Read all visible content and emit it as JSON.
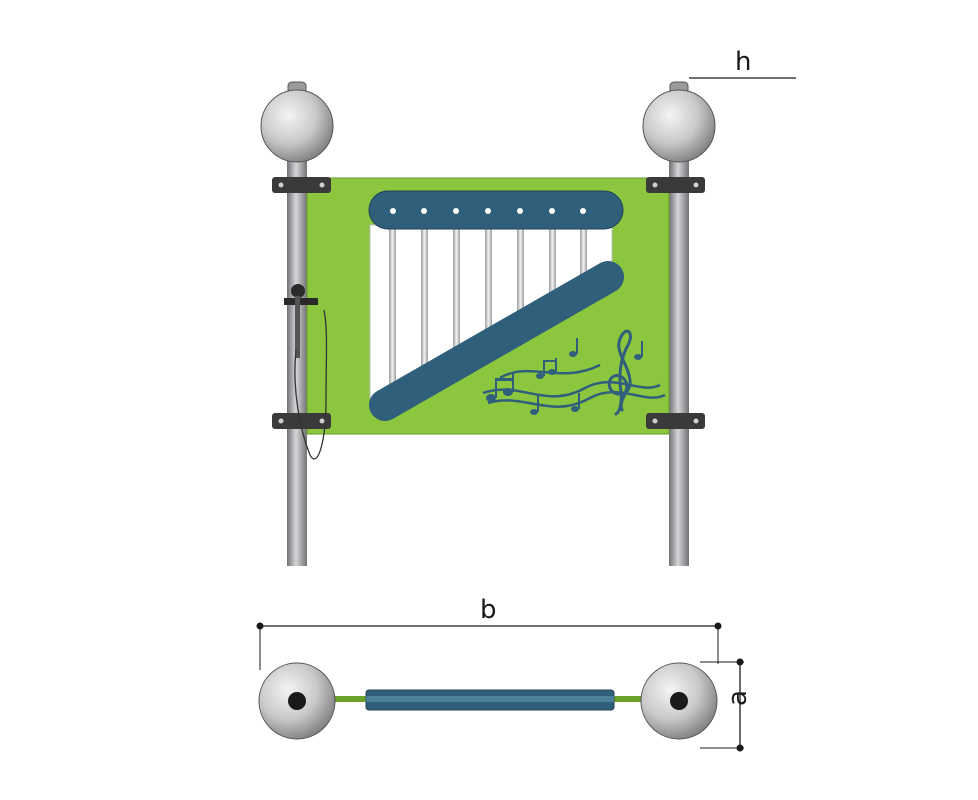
{
  "labels": {
    "height": "h",
    "width": "b",
    "depth": "a"
  },
  "colors": {
    "panel_green": "#8cc63f",
    "bar_blue": "#2f5f7a",
    "post_gray": "#a7a9ac",
    "ball_gray": "#c8c8c8",
    "bracket_dark": "#3a3a3a",
    "chime_white": "#ffffff",
    "line_black": "#1a1a1a"
  },
  "chimes": {
    "count": 7
  },
  "icons": [
    "music-notes-icon",
    "treble-clef-icon",
    "mallet-icon"
  ]
}
